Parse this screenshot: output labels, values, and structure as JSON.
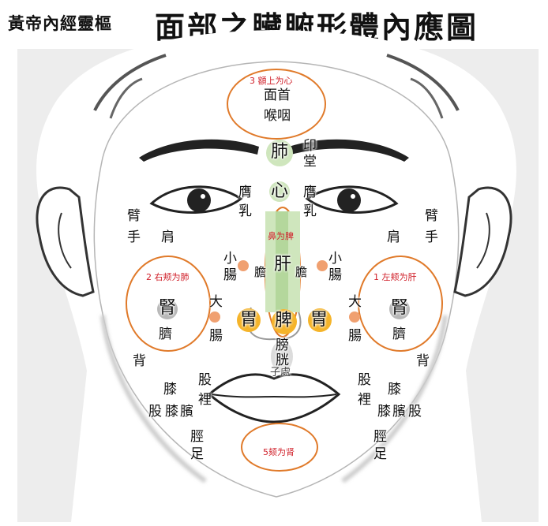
{
  "header": {
    "source_text": "黃帝內經靈樞",
    "title": "面部之臟腑形體內應圖"
  },
  "colors": {
    "outline": "#e07a2a",
    "green_fill": "#cfe6bd",
    "spot_orange": "#f0a070",
    "spot_yellow": "#f5b42a",
    "kidney_grey": "#b8b8b8",
    "red_text": "#d0202a"
  },
  "zones": {
    "forehead": {
      "number_note": "3  額上为心",
      "line1": "面首",
      "line2": "喉咽"
    },
    "right_cheek": {
      "note": "2  右颊为肺",
      "organ": "腎",
      "sub": "臍"
    },
    "left_cheek": {
      "note": "1  左颊为肝",
      "organ": "腎",
      "sub": "臍"
    },
    "nose": {
      "note": "鼻为脾"
    },
    "chin": {
      "note": "5颏为肾"
    }
  },
  "midline": {
    "lung": "肺",
    "yin": "印",
    "tang": "堂",
    "heart": "心",
    "liver": "肝",
    "spleen": "脾",
    "bladder_1": "膀",
    "bladder_2": "胱",
    "zichu": "子處"
  },
  "right_side": {
    "ying_1": "膺",
    "ru": "乳",
    "arm_bi": "臂",
    "arm_shou": "手",
    "arm_jian": "肩",
    "small_int_1": "小",
    "small_int_2": "腸",
    "dan": "膽",
    "large_int_1": "大",
    "large_int_2": "腸",
    "stomach": "胃",
    "back": "背",
    "gu": "股",
    "li": "裡",
    "xi": "膝",
    "gu2": "股",
    "xi2": "膝",
    "bin": "臏",
    "jing": "脛",
    "zu": "足"
  },
  "left_side": {
    "ying_1": "膺",
    "ru": "乳",
    "arm_bi": "臂",
    "arm_shou": "手",
    "arm_jian": "肩",
    "small_int_1": "小",
    "small_int_2": "腸",
    "dan": "膽",
    "large_int_1": "大",
    "large_int_2": "腸",
    "stomach": "胃",
    "back": "背",
    "gu": "股",
    "li": "裡",
    "xi": "膝",
    "xi2": "膝",
    "bin": "臏",
    "gu2": "股",
    "jing": "脛",
    "zu": "足"
  }
}
